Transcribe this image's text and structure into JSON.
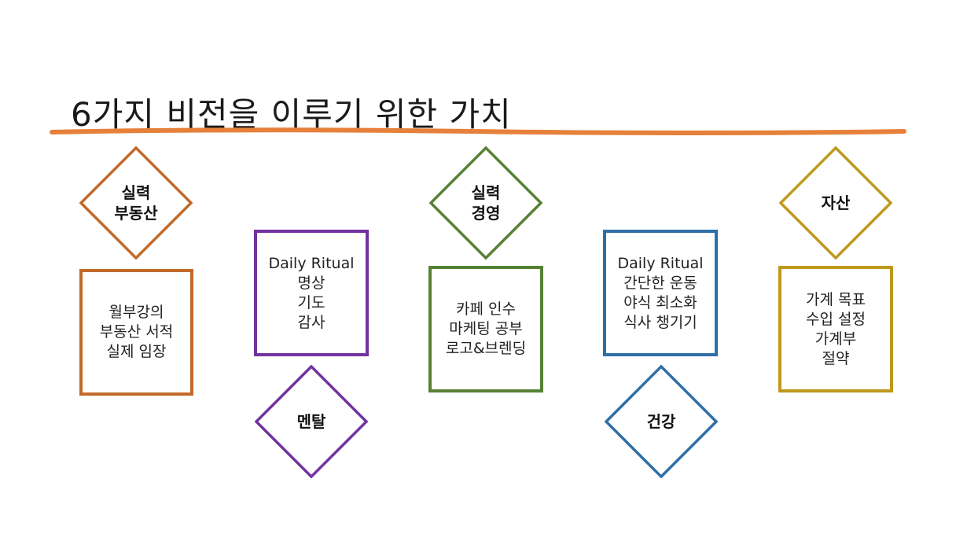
{
  "title": "6가지 비전을 이루기 위한 가치",
  "colors": {
    "underline": "#e6803a",
    "orange": "#c2692a",
    "purple": "#7232a0",
    "green": "#568134",
    "blue": "#2e6fa6",
    "gold": "#c0981c"
  },
  "columns": [
    {
      "color": "orange",
      "diamond": [
        "실력",
        "부동산"
      ],
      "box": [
        "월부강의",
        "부동산 서적",
        "실제 임장"
      ]
    },
    {
      "color": "purple",
      "diamond": [
        "멘탈"
      ],
      "box": [
        "Daily Ritual",
        "명상",
        "기도",
        "감사"
      ]
    },
    {
      "color": "green",
      "diamond": [
        "실력",
        "경영"
      ],
      "box": [
        "카페 인수",
        "마케팅 공부",
        "로고&브렌딩"
      ]
    },
    {
      "color": "blue",
      "diamond": [
        "건강"
      ],
      "box": [
        "Daily Ritual",
        "간단한 운동",
        "야식 최소화",
        "식사 챙기기"
      ]
    },
    {
      "color": "gold",
      "diamond": [
        "자산"
      ],
      "box": [
        "가계 목표",
        "수입 설정",
        "가계부",
        "절약"
      ]
    }
  ]
}
